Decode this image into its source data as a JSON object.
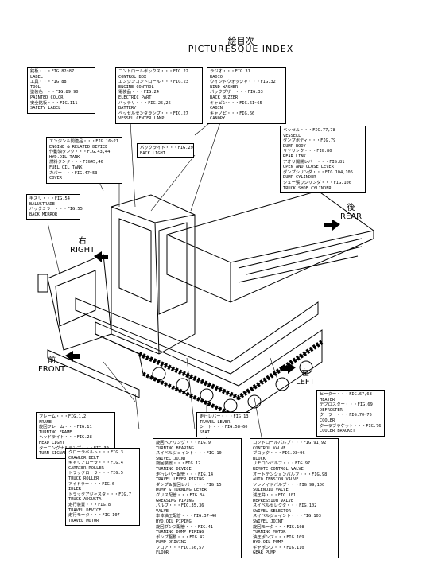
{
  "title": {
    "jp": "絵目次",
    "en": "PICTURESQUE INDEX"
  },
  "directions": {
    "right": {
      "jp": "右",
      "en": "RIGHT"
    },
    "rear": {
      "jp": "後",
      "en": "REAR"
    },
    "front": {
      "jp": "前",
      "en": "FRONT"
    },
    "left": {
      "jp": "左",
      "en": "LEFT"
    }
  },
  "boxes": {
    "labels": [
      "銘板・・・FIG.82~87",
      "LABEL",
      "工具・・・FIG.88",
      "TOOL",
      "塗装色・・・FIG.89,90",
      "PAINTED COLOR",
      "安全銘板・・・FIG.111",
      "SAFETY LABEL"
    ],
    "control": [
      "コントロールボックス・・・FIG.22",
      "CONTROL BOX",
      "エンジンコントロール・・・FIG.23",
      "ENGINE CONTROL",
      "電装品・・・FIG.24",
      "ELECTRIC PART",
      "バッテリ・・・FIG.25,26",
      "BATTERY",
      "ベッセルセンタランプ・・・FIG.27",
      "VESSEL CENTER LAMP"
    ],
    "radio": [
      "ラジオ・・・FIG.31",
      "RADIO",
      "ウインドウォッシャ・・・FIG.32",
      "WIND WASHER",
      "バックブザー・・・FIG.33",
      "BACK BUZZER",
      "キャビン・・・FIG.61~65",
      "CABIN",
      "キャノピ・・・FIG.66",
      "CANOPY"
    ],
    "vessel": [
      "ベッセル・・・FIG.77,78",
      "VESSELL",
      "ダンプボディ・・・FIG.79",
      "DUMP BODY",
      "リヤリンク・・・FIG.80",
      "REAR LINK",
      "アオリ開閉レバー・・・FIG.81",
      "OPEN AND CLOSE LEVER",
      "ダンプシリンダ・・・FIG.104,105",
      "DUMP CYLINDER",
      "シュー張りシリンダ・・・FIG.106",
      "TRUCK SHOE CYLINDER"
    ],
    "engine": [
      "エンジン＆関連品・・・FIG.16~21",
      "ENGINE & RELATED DEVICE",
      "作動油タンク・・・FIG.43,44",
      "HYD.OIL TANK",
      "燃料タンク・・・FIG45,46",
      "FUEL OIL TANK",
      "カバー・・・FIG.47~53",
      "COVER"
    ],
    "backlight": [
      "バックライト・・・FIG.29",
      "BACK LIGHT"
    ],
    "handrail": [
      "手スリ・・・FIG.54",
      "BALUSTRADE",
      "バックミラー・・・FIG.55",
      "BACK MIRROR"
    ],
    "heater": [
      "ヒーター・・・FIG.67,68",
      "HEATER",
      "デフロスター・・・FIG.69",
      "DEFROSTER",
      "クーラー・・・FIG.70~75",
      "COOLER",
      "クーラブラケット・・・FIG.76",
      "COOLER BRACKET"
    ],
    "frame": [
      "フレーム・・・FIG.1,2",
      "FRAME",
      "旋回フレーム・・・FIG.11",
      "TURNING FRAME",
      "ヘッドライト・・・FIG.28",
      "HEAD LIGHT",
      "ターニングナルランプ・・・FIG.30",
      "TURN SIGNAL LAMP"
    ],
    "travel_lever": [
      "走行レバー・・・FIG.13",
      "TRAVEL LEVER",
      "シート・・・FIG.58~60",
      "SEAT"
    ],
    "crawler": [
      "クローラベルト・・・FIG.3",
      "CRAWLER BELT",
      "キャリアローラ・・・FIG.4",
      "CARRIER ROLLER",
      "トラックローラ・・・FIG.5",
      "TRUCK ROLLER",
      "アイドラー・・・FIG.6",
      "IDLER",
      "トラックアジャスタ・・・FIG.7",
      "TRUCK ADGUSTA",
      "走行装置・・・FIG.8",
      "TRAVEL DEVICE",
      "走行モータ・・・FIG.107",
      "TRAVEL MOTOR"
    ],
    "turning": [
      "旋回ベアリング・・・FIG.9",
      "TURNING BEARING",
      "スイベルジョイント・・・FIG.10",
      "SWIVEL JOINT",
      "旋回装置・・・FIG.12",
      "TURNING DEVICE",
      "走行レバー配管・・・FIG.14",
      "TRAVEL LEVER PIPING",
      "ダンプ＆旋回レバー・・・FIG.15",
      "DUMP & TURNING LEVER",
      "グリス配管・・・FIG.34",
      "GREASING PIPING",
      "バルブ・・・FIG.35,36",
      "VALVE",
      "本体油圧配管・・・FIG.37~40",
      "HYD.OIL PIPING",
      "旋回ダンプ配管・・・FIG.41",
      "TURNING DUMP PIPING",
      "ポンプ駆動・・・FIG.42",
      "PUMP DRIVING",
      "フロア・・・FIG.56,57",
      "FLOOR"
    ],
    "valve": [
      "コントロールバルブ・・・FIG.91,92",
      "CONTROL VALVE",
      "ブロック・・・FIG.93~96",
      "BLOCK",
      "リモコンバルブ・・・FIG.97",
      "REMOTE CONTROL VALVE",
      "オートテンションバルブ・・・FIG.98",
      "AUTO TENSION VALVE",
      "ソレノイドバルブ・・・FIG.99,100",
      "SOLENOID VALVE",
      "減圧弁・・・FIG.101",
      "DEPRESSION VALVE",
      "スイベルセレクタ・・・FIG.102",
      "SWIVEL SELECTOR",
      "スイベルジョイント・・・FIG.103",
      "SWIVEL JOINT",
      "旋回モータ・・・FIG.108",
      "TURNING MOTOR",
      "油圧ポンプ・・・FIG.109",
      "HYD.OIL PUMP",
      "ギヤポンプ・・・FIG.110",
      "GEAR PUMP"
    ]
  }
}
